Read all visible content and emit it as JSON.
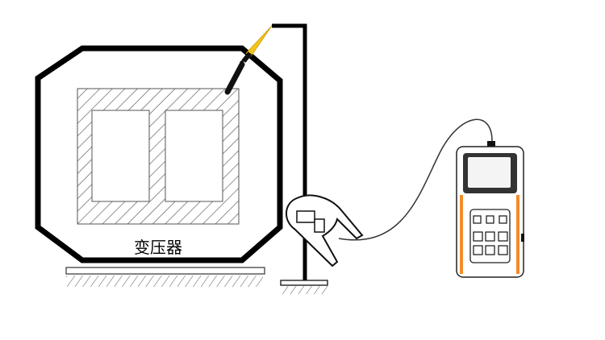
{
  "diagram": {
    "transformer_label": "变压器"
  },
  "colors": {
    "outline": "#000000",
    "hatch": "#555555",
    "probe_flame": "#f5c518",
    "meter_accent": "#f28c28",
    "meter_screen": "#444444",
    "background": "#ffffff"
  },
  "icons": [
    "transformer-core",
    "ground-hatch",
    "grounding-rod",
    "clamp-meter-jaw",
    "handheld-tester",
    "test-cable"
  ]
}
